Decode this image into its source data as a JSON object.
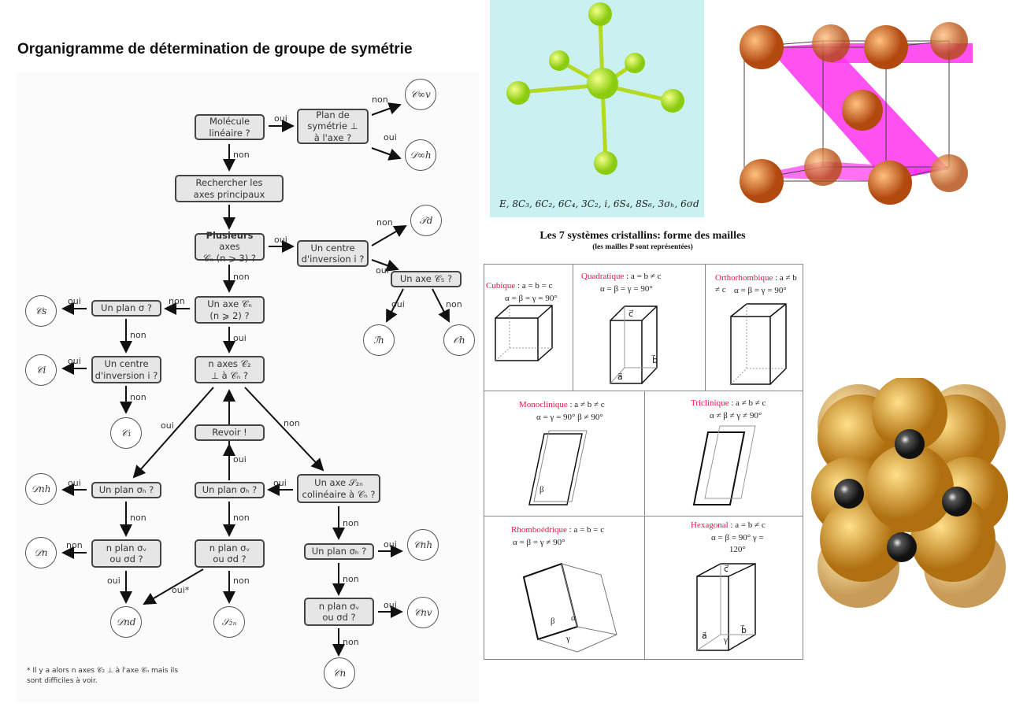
{
  "title": "Organigramme de détermination de groupe de symétrie",
  "flowchart": {
    "boxes": {
      "lineaire": "Molécule\nlinéaire ?",
      "plan_perp": "Plan de\nsymétrie ⊥\nà l'axe ?",
      "rechercher": "Rechercher les\naxes principaux",
      "plusieurs_bold": "Plusieurs",
      "plusieurs_rest": " axes\n𝒞ₙ (n ⩾ 3) ?",
      "centre_inv_top": "Un centre\nd'inversion i ?",
      "axe_c5": "Un axe 𝒞₅ ?",
      "axe_cn": "Un axe 𝒞ₙ\n(n ⩾ 2) ?",
      "plan_sigma": "Un plan σ ?",
      "centre_inv_left": "Un centre\nd'inversion i ?",
      "n_axes_c2": "n axes 𝒞₂\n⊥ à 𝒞ₙ ?",
      "revoir": "Revoir !",
      "plan_sh_left": "Un plan σₕ ?",
      "plan_sh_center": "Un plan σₕ ?",
      "axe_s2n": "Un axe 𝒮₂ₙ\ncolinéaire à 𝒞ₙ ?",
      "nplan_left": "n plan σᵥ\nou σd ?",
      "nplan_center": "n plan σᵥ\nou σd ?",
      "plan_sh_right": "Un plan σₕ ?",
      "nplan_right": "n plan σᵥ\nou σd ?"
    },
    "groups": {
      "cinfv": "𝒞∞v",
      "dinfh": "𝒟∞h",
      "td": "𝒯d",
      "ih": "ℐh",
      "oh": "𝒪h",
      "cs": "𝒞s",
      "ci": "𝒞i",
      "c1": "𝒞₁",
      "dnh": "𝒟nh",
      "dn": "𝒟n",
      "dnd": "𝒟nd",
      "s2n": "𝒮₂ₙ",
      "cnh": "𝒞nh",
      "cnv": "𝒞nv",
      "cn": "𝒞n"
    },
    "yes": "oui",
    "no": "non",
    "yes_star": "oui*",
    "footnote": "* Il y a alors n axes 𝒞₂ ⊥ à l'axe 𝒞ₙ mais ils sont difficiles à voir."
  },
  "sf6": {
    "operations": "E, 8C₃, 6C₂, 6C₄, 3C₂, i, 6S₄, 8S₆, 3σₕ, 6σd"
  },
  "crystal_table": {
    "title": "Les 7 systèmes cristallins: forme des mailles",
    "subtitle": "(les mailles P sont représentées)",
    "systems": [
      {
        "name": "Cubique",
        "params": " : a = b = c",
        "angles": "α  = β = γ = 90°"
      },
      {
        "name": "Quadratique",
        "params": " : a = b ≠ c",
        "angles": "α  = β = γ = 90°"
      },
      {
        "name": "Orthorhombique",
        "params": " : a ≠ b ≠ c",
        "angles": "α  = β = γ = 90°"
      },
      {
        "name": "Monoclinique",
        "params": " : a ≠ b ≠ c",
        "angles": "α  = γ = 90°  β ≠ 90°"
      },
      {
        "name": "Triclinique",
        "params": " : a ≠ b ≠ c",
        "angles": "α  ≠ β ≠ γ ≠ 90°"
      },
      {
        "name": "Rhomboédrique",
        "params": " : a = b = c",
        "angles": "α = β = γ  ≠ 90°"
      },
      {
        "name": "Hexagonal",
        "params": " : a = b ≠ c",
        "angles": "α  = β = 90° γ =\n120°"
      }
    ],
    "vectors": {
      "a": "a⃗",
      "b": "b⃗",
      "c": "c⃗",
      "beta": "β",
      "alpha": "α",
      "gamma": "γ"
    }
  },
  "colors": {
    "accent_red": "#e8174a",
    "sf6_bg": "#c9f1f1",
    "gold": "#d99a2b",
    "copper": "#d9692a",
    "magenta": "#ff33ee"
  }
}
